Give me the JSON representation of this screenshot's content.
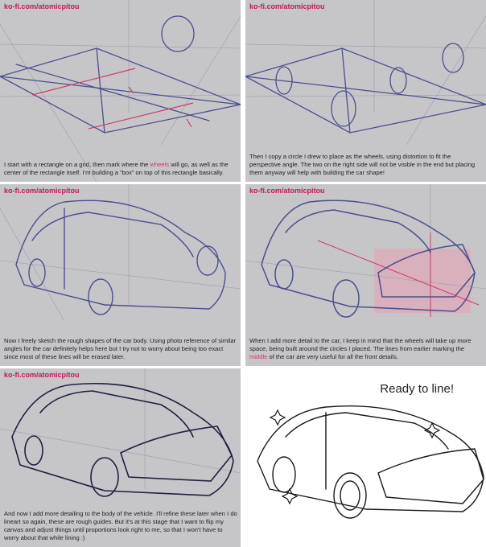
{
  "credit": "ko-fi.com/atomicpitou",
  "panels": [
    {
      "pre": "I start with a rectangle on a grid, then mark where the ",
      "highlight": "wheels",
      "post": " will go, as well as the center of the rectangle itself. I'm building a “box” on top of this rectangle basically."
    },
    {
      "text": "Then I copy a circle I drew to place as the wheels, using distortion to fit the perspective angle. The two on the right side will not be visible in the end but placing them anyway will help with building the car shape!"
    },
    {
      "text": "Now I freely sketch the rough shapes of the car body. Using photo reference of similar angles for the car definitely helps here but I try not to worry about being too exact since most of these lines will be erased later."
    },
    {
      "pre": "When I add more detail to the car, I keep in mind that the wheels will take up more space, being built around the circles I placed. The lines from earlier marking the ",
      "highlight": "middle",
      "post": " of the car are very useful for all the front details."
    },
    {
      "text": "And now I add more detailing to the body of the vehicle. I'll refine these later when I do lineart so again, these are rough guides. But it's at this stage that I want to flip my canvas and adjust things until proportions look right to me, so that I won't have to worry about that while lining :)"
    },
    {
      "title": "Ready to line!"
    }
  ],
  "colors": {
    "panel_bg": "#c6c6c8",
    "sketch_blue": "#4a4f8c",
    "guide_pink": "#d13a6b",
    "credit_pink": "#c2185b",
    "ink": "#1a1a1a"
  },
  "icons": [
    "sparkle-icon"
  ]
}
